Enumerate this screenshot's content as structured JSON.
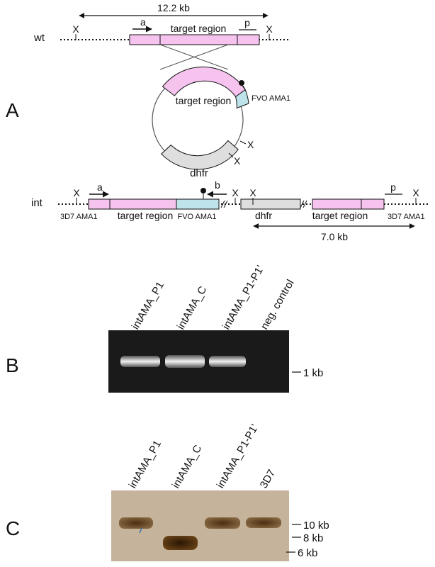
{
  "panel_a": {
    "letter": "A",
    "wt": {
      "label": "wt",
      "size_label": "12.2 kb",
      "x_left": "X",
      "x_right": "X",
      "primer_a": "a",
      "probe_p": "p",
      "target_label": "target region"
    },
    "plasmid": {
      "target_label": "target region",
      "fvo_label": "FVO AMA1",
      "dhfr_label": "dhfr",
      "x_top": "X",
      "x_bottom": "X"
    },
    "int": {
      "label": "int",
      "x1": "X",
      "x2": "X",
      "x3": "X",
      "x4": "X",
      "primer_a": "a",
      "primer_b": "b",
      "probe_p": "p",
      "ama1_3d7_left": "3D7 AMA1",
      "target_left": "target region",
      "fvo_label": "FVO AMA1",
      "dhfr_label": "dhfr",
      "target_right": "target region",
      "ama1_3d7_right": "3D7 AMA1",
      "size_label": "7.0 kb"
    }
  },
  "panel_b": {
    "letter": "B",
    "lanes": [
      "intAMA_P1",
      "intAMA_C",
      "intAMA_P1-P1'",
      "neg. control"
    ],
    "marker": "1 kb"
  },
  "panel_c": {
    "letter": "C",
    "lanes": [
      "intAMA_P1",
      "intAMA_C",
      "intAMA_P1-P1'",
      "3D7"
    ],
    "markers": [
      "10 kb",
      "8 kb",
      "6 kb"
    ]
  },
  "colors": {
    "target": "#f5c3ee",
    "fvo": "#bfe3ea",
    "dhfr": "#dedede",
    "gel_b": "#1a1a1a",
    "blot_c": "#c6b39c"
  }
}
